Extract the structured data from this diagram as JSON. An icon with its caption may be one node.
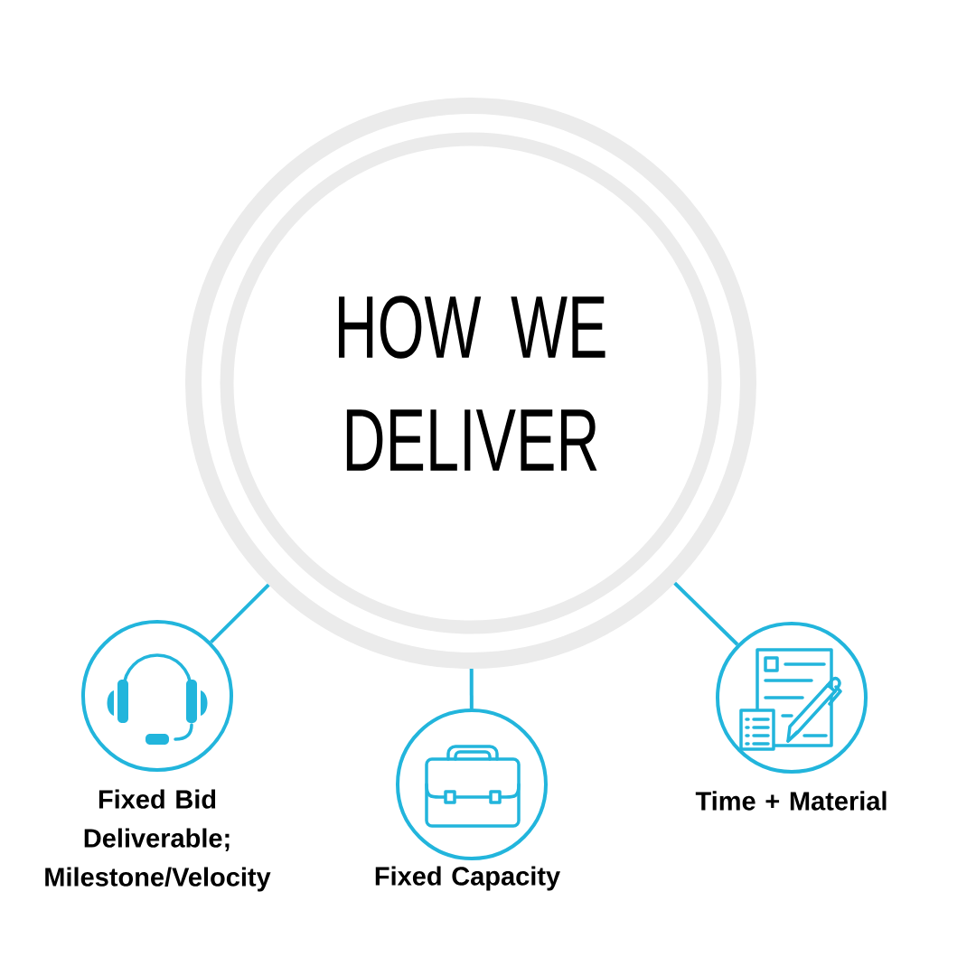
{
  "diagram": {
    "nodes": [
      {
        "text": [
          "HOW WE DELIVER"
        ]
      },
      {
        "text": [],
        "shape": "circle",
        "beside": [
          "Fixed Bid Deliverable; Milestone/Velocity"
        ]
      },
      {
        "text": [],
        "shape": "circle",
        "beside": [
          "Fixed Capacity"
        ]
      },
      {
        "text": [],
        "shape": "circle",
        "beside": [
          "Time + Material"
        ]
      }
    ],
    "edges": [
      {
        "from": 0,
        "to": 1,
        "arrow": "none"
      },
      {
        "from": 0,
        "to": 2,
        "arrow": "none"
      },
      {
        "from": 0,
        "to": 3,
        "arrow": "none"
      }
    ]
  }
}
